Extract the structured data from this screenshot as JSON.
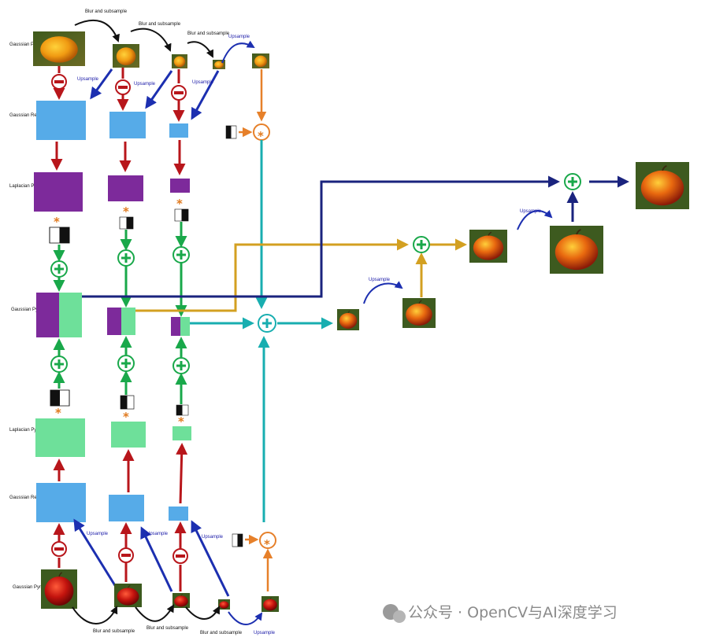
{
  "labels": {
    "gaussian_pyramid": "Gaussian Pyramid",
    "gaussian_reconstruction": "Gaussian Reconstruction",
    "laplacian_pyramid": "Laplacian Pyramid",
    "blur_and_subsample": "Blur and subsample",
    "upsample": "Upsample"
  },
  "watermark": "公众号 · OpenCV与AI深度学习",
  "colors": {
    "blue_block": "#56abe8",
    "purple_block": "#7d2a9b",
    "mint_block": "#6ee09a",
    "red_arrow": "#b8161b",
    "navy_arrow": "#1a237e",
    "blue_arrow": "#1c2fb0",
    "green_arrow": "#19a84a",
    "teal_arrow": "#18aeb0",
    "gold_arrow": "#d3a021",
    "orange": "#e6802a",
    "black_arrow": "#111111"
  },
  "icons": [
    "minus-circle-icon",
    "plus-circle-icon",
    "multiply-star-icon",
    "mask-icon",
    "apple-image-icon",
    "orange-image-icon",
    "blended-image-icon"
  ]
}
